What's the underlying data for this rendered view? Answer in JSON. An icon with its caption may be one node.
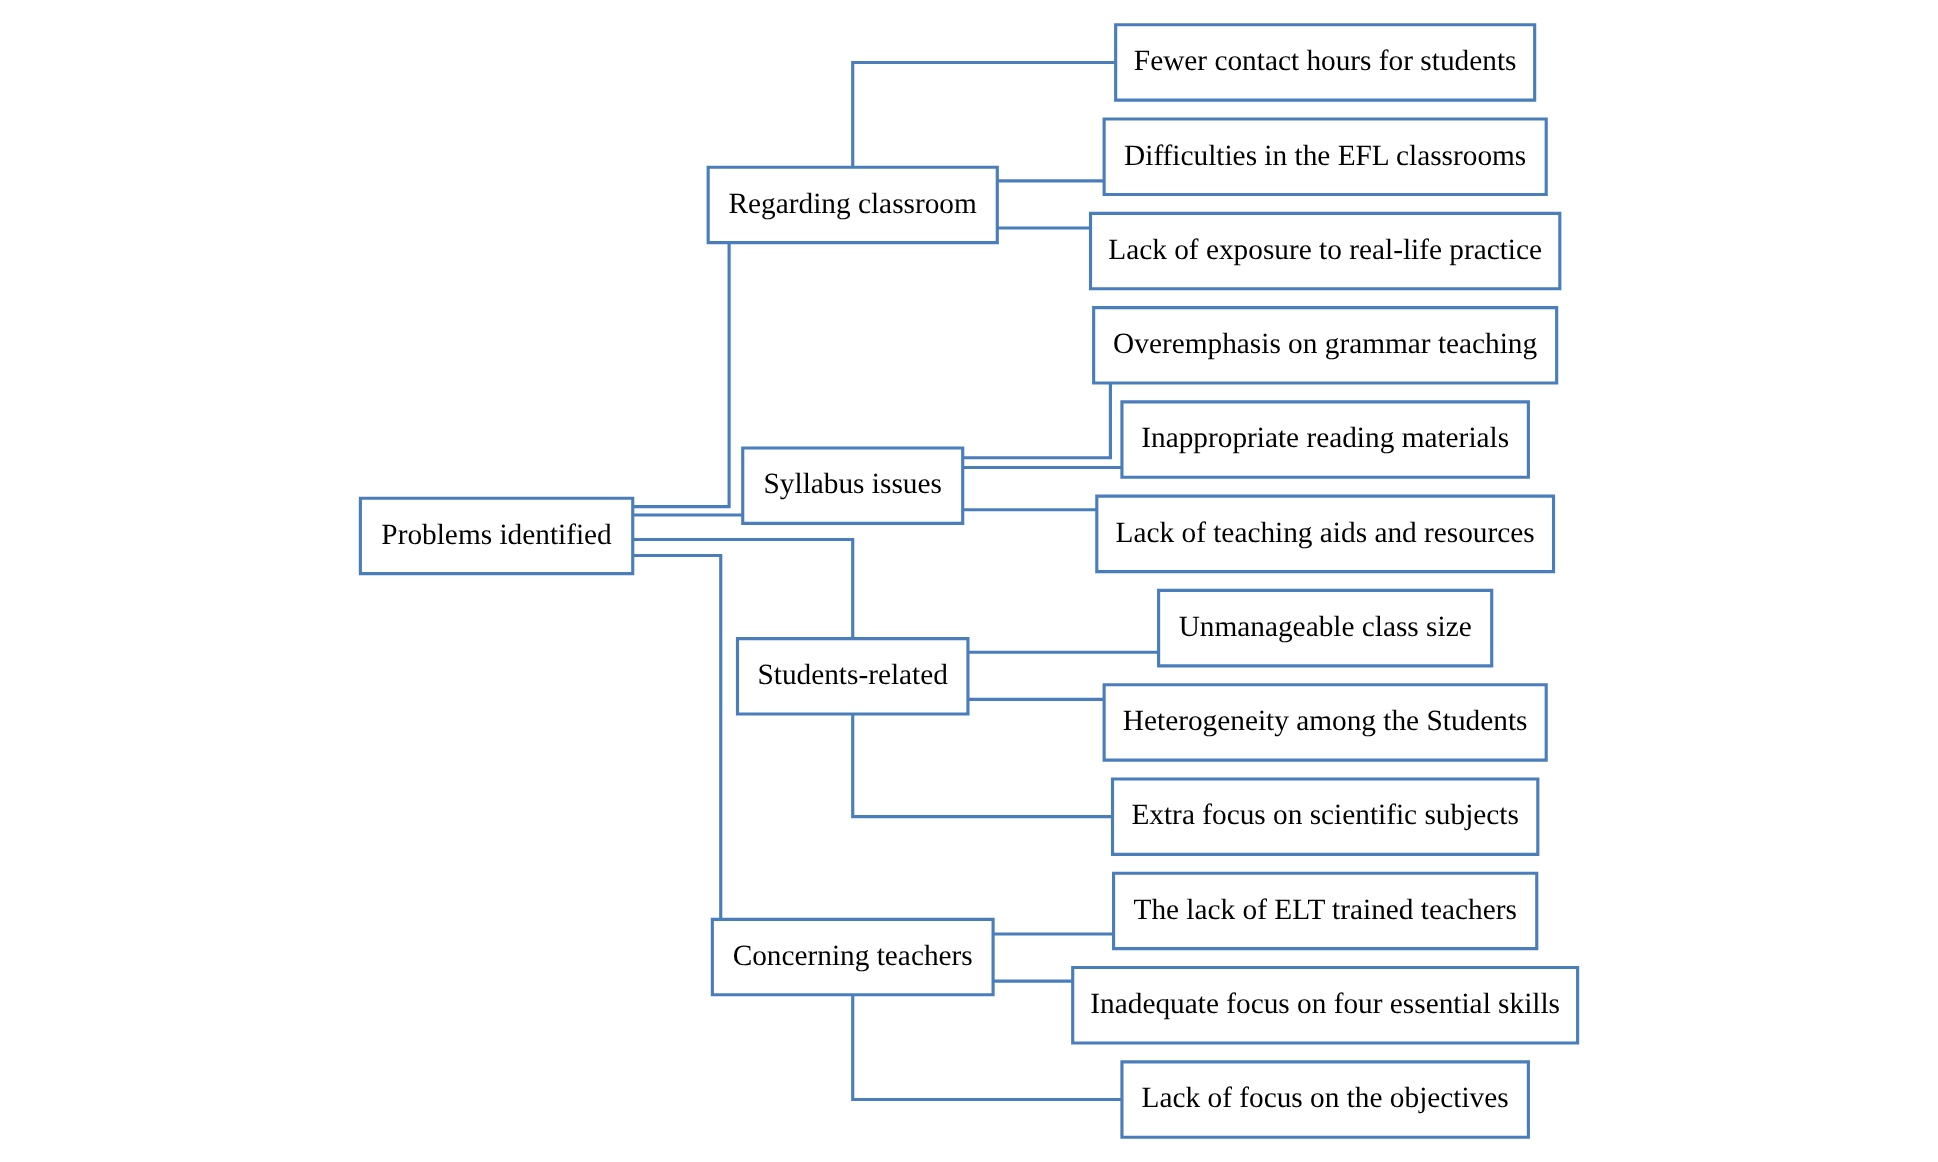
{
  "diagram": {
    "nodes": [
      {
        "text": [
          "Problems identified"
        ]
      },
      {
        "text": [
          "Regarding classroom"
        ]
      },
      {
        "text": [
          "Fewer contact hours for students"
        ]
      },
      {
        "text": [
          "Difficulties in the EFL classrooms"
        ]
      },
      {
        "text": [
          "Lack of exposure to real-life practice"
        ]
      },
      {
        "text": [
          "Syllabus issues"
        ]
      },
      {
        "text": [
          "Overemphasis on grammar teaching"
        ]
      },
      {
        "text": [
          "Inappropriate reading materials"
        ]
      },
      {
        "text": [
          "Lack of teaching aids and resources"
        ]
      },
      {
        "text": [
          "Students-related"
        ]
      },
      {
        "text": [
          "Unmanageable class size"
        ]
      },
      {
        "text": [
          "Heterogeneity among the Students"
        ]
      },
      {
        "text": [
          "Extra focus on scientific subjects"
        ]
      },
      {
        "text": [
          "Concerning teachers"
        ]
      },
      {
        "text": [
          "The lack of ELT trained teachers"
        ]
      },
      {
        "text": [
          "Inadequate focus on four essential skills"
        ]
      },
      {
        "text": [
          "Lack of focus on the objectives"
        ]
      }
    ],
    "edges": [
      {
        "from": 0,
        "to": 1,
        "arrow": "none"
      },
      {
        "from": 1,
        "to": 2,
        "arrow": "none"
      },
      {
        "from": 1,
        "to": 3,
        "arrow": "none"
      },
      {
        "from": 1,
        "to": 4,
        "arrow": "none"
      },
      {
        "from": 0,
        "to": 5,
        "arrow": "none"
      },
      {
        "from": 5,
        "to": 6,
        "arrow": "none"
      },
      {
        "from": 5,
        "to": 7,
        "arrow": "none"
      },
      {
        "from": 5,
        "to": 8,
        "arrow": "none"
      },
      {
        "from": 0,
        "to": 9,
        "arrow": "none"
      },
      {
        "from": 9,
        "to": 10,
        "arrow": "none"
      },
      {
        "from": 9,
        "to": 11,
        "arrow": "none"
      },
      {
        "from": 9,
        "to": 12,
        "arrow": "none"
      },
      {
        "from": 0,
        "to": 13,
        "arrow": "none"
      },
      {
        "from": 13,
        "to": 14,
        "arrow": "none"
      },
      {
        "from": 13,
        "to": 15,
        "arrow": "none"
      },
      {
        "from": 13,
        "to": 16,
        "arrow": "none"
      }
    ]
  }
}
